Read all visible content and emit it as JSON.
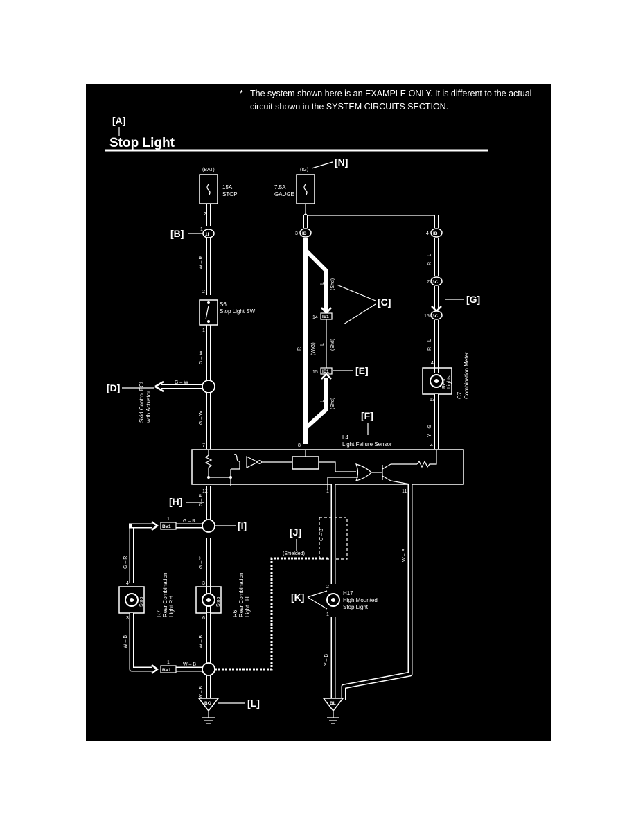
{
  "note": {
    "marker": "*",
    "line1": "The system shown here is an EXAMPLE ONLY. It is different to the actual",
    "line2": "circuit shown in the SYSTEM CIRCUITS SECTION."
  },
  "title": "Stop Light",
  "callouts": {
    "A": "[A]",
    "B": "[B]",
    "C": "[C]",
    "D": "[D]",
    "E": "[E]",
    "F": "[F]",
    "G": "[G]",
    "H": "[H]",
    "I": "[I]",
    "J": "[J]",
    "K": "[K]",
    "L": "[L]",
    "N": "[N]"
  },
  "fuses": {
    "stop": {
      "supply": "(BAT)",
      "rating": "15A",
      "name": "STOP",
      "pin": "2"
    },
    "gauge": {
      "supply": "(IG)",
      "rating": "7.5A",
      "name": "GAUGE"
    }
  },
  "connectors": {
    "c1": "1I",
    "c3": "IB",
    "c4": "IB",
    "c5": "3C",
    "c6": "3C",
    "ie1": "IE1",
    "ie2": "IE1",
    "bv1a": "BV1",
    "bv1b": "BV1",
    "ground_bo": "BO",
    "ground_bl": "BL"
  },
  "pins": {
    "c1_pin": "1",
    "c3_pin": "3",
    "c4_pin": "4",
    "c5_pin": "7",
    "c6_pin": "15",
    "ie1_pin": "14",
    "ie2_pin": "15",
    "s6_top": "2",
    "s6_bottom": "1",
    "l4_7": "7",
    "l4_8": "8",
    "l4_4": "4",
    "l4_12": "12",
    "l4_1": "1",
    "l4_11": "11",
    "c7_top": "4",
    "c7_bottom": "13",
    "r7_top": "4",
    "r7_bottom": "3",
    "r6_top": "3",
    "r6_bottom": "6",
    "h17_top": "2",
    "h17_bottom": "1",
    "bv1a_pin": "1",
    "bv1b_pin": "1"
  },
  "wires": {
    "w_r": "W – R",
    "g_w1": "G – W",
    "g_w2": "G – W",
    "g_w3": "G – W",
    "l1": "L",
    "shd1": "(Shd)",
    "r_wire": "R",
    "wg": "(W/G)",
    "shd2": "(Shd)",
    "l2": "L",
    "l3": "L",
    "shd3": "(Shd)",
    "r_l1": "R – L",
    "r_l2": "R – L",
    "y_g": "Y – G",
    "g_r1": "G – R",
    "g_r2": "G – R",
    "g_r3": "G – R",
    "g_y": "G – Y",
    "g_b": "G – B",
    "shielded": "(Shielded)",
    "w_b1": "W – B",
    "w_b2": "W – B",
    "w_b3": "W – B",
    "w_b4": "W – B",
    "w_b5": "W – B",
    "y_b": "Y – B"
  },
  "components": {
    "s6": {
      "code": "S6",
      "name": "Stop Light SW"
    },
    "skid": {
      "line1": "Skid Control ECU",
      "line2": "with Actuator"
    },
    "c7": {
      "code": "C7",
      "name": "Combination Meter",
      "inner1": "Rear",
      "inner2": "Lights"
    },
    "l4": {
      "code": "L4",
      "name": "Light Failure Sensor"
    },
    "r7": {
      "code": "R7",
      "line1": "Rear Combination",
      "line2": "Light RH",
      "inner": "Stop"
    },
    "r6": {
      "code": "R6",
      "line1": "Rear Combination",
      "line2": "Light LH",
      "inner": "Stop"
    },
    "h17": {
      "code": "H17",
      "line1": "High Mounted",
      "line2": "Stop Light"
    }
  },
  "colors": {
    "background": "#000000",
    "foreground": "#ffffff",
    "page": "#ffffff"
  }
}
